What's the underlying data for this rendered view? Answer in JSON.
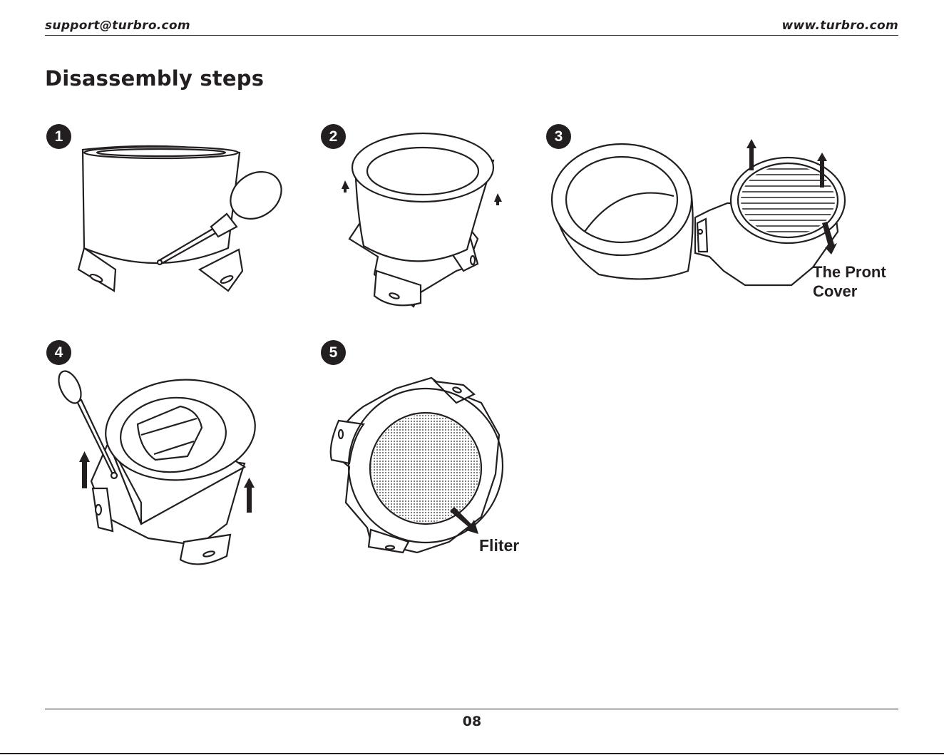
{
  "header": {
    "email": "support@turbro.com",
    "website": "www.turbro.com"
  },
  "title": "Disassembly steps",
  "steps": [
    {
      "number": "1"
    },
    {
      "number": "2"
    },
    {
      "number": "3",
      "callout_line1": "The Pront",
      "callout_line2": "Cover"
    },
    {
      "number": "4"
    },
    {
      "number": "5",
      "callout_line1": "Fliter"
    }
  ],
  "footer": {
    "page_number": "08"
  },
  "colors": {
    "ink": "#231f20",
    "paper": "#ffffff"
  }
}
